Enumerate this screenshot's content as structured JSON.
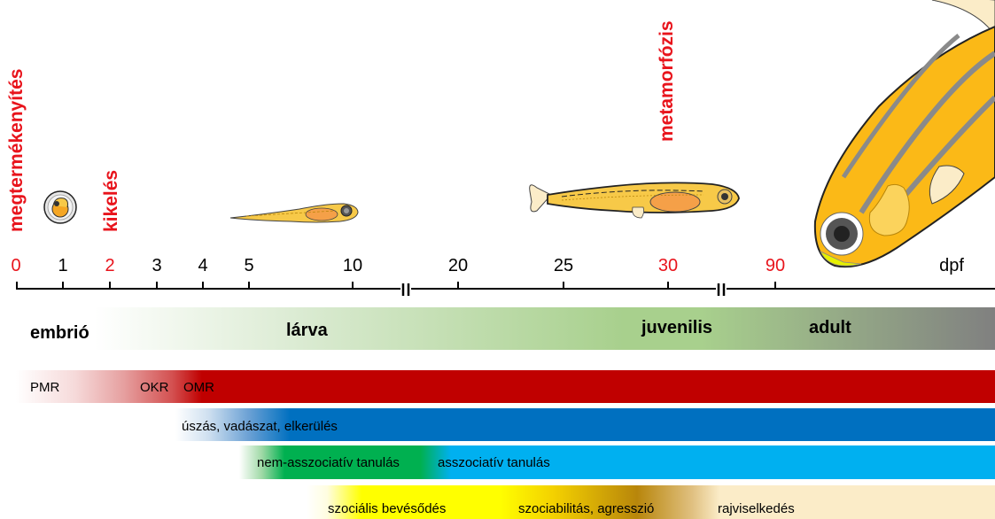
{
  "events": {
    "fertilization": "megtermékenyítés",
    "hatching": "kikelés",
    "metamorphosis": "metamorfózis"
  },
  "colors": {
    "event_red": "#e8141c",
    "embryo_bar": "#c00000",
    "swim_bar": "#0070c0",
    "learn_bar": "#00b0f0",
    "social_bar": "#ffff00",
    "social_mid": "#b8860b",
    "social_end": "#fbecc8",
    "stage_start": "#ffffff",
    "stage_mid": "#a8d08d",
    "stage_end": "#808080"
  },
  "axis": {
    "unit": "dpf",
    "ticks": [
      {
        "label": "0",
        "red": true
      },
      {
        "label": "1",
        "red": false
      },
      {
        "label": "2",
        "red": true
      },
      {
        "label": "3",
        "red": false
      },
      {
        "label": "4",
        "red": false
      },
      {
        "label": "5",
        "red": false
      },
      {
        "label": "10",
        "red": false
      },
      {
        "label": "20",
        "red": false
      },
      {
        "label": "25",
        "red": false
      },
      {
        "label": "30",
        "red": true
      },
      {
        "label": "90",
        "red": true
      }
    ]
  },
  "stages": {
    "embryo": "embrió",
    "larva": "lárva",
    "juvenile": "juvenilis",
    "adult": "adult"
  },
  "bars": {
    "reflexes": {
      "pmr": "PMR",
      "okr": "OKR",
      "omr": "OMR"
    },
    "swimming": "úszás, vadászat, elkerülés",
    "learning": {
      "nonassoc": "nem-asszociatív tanulás",
      "assoc": "asszociatív tanulás"
    },
    "social": {
      "imprinting": "szociális bevésődés",
      "sociability": "szociabilitás, agresszió",
      "schooling": "rajviselkedés"
    }
  }
}
